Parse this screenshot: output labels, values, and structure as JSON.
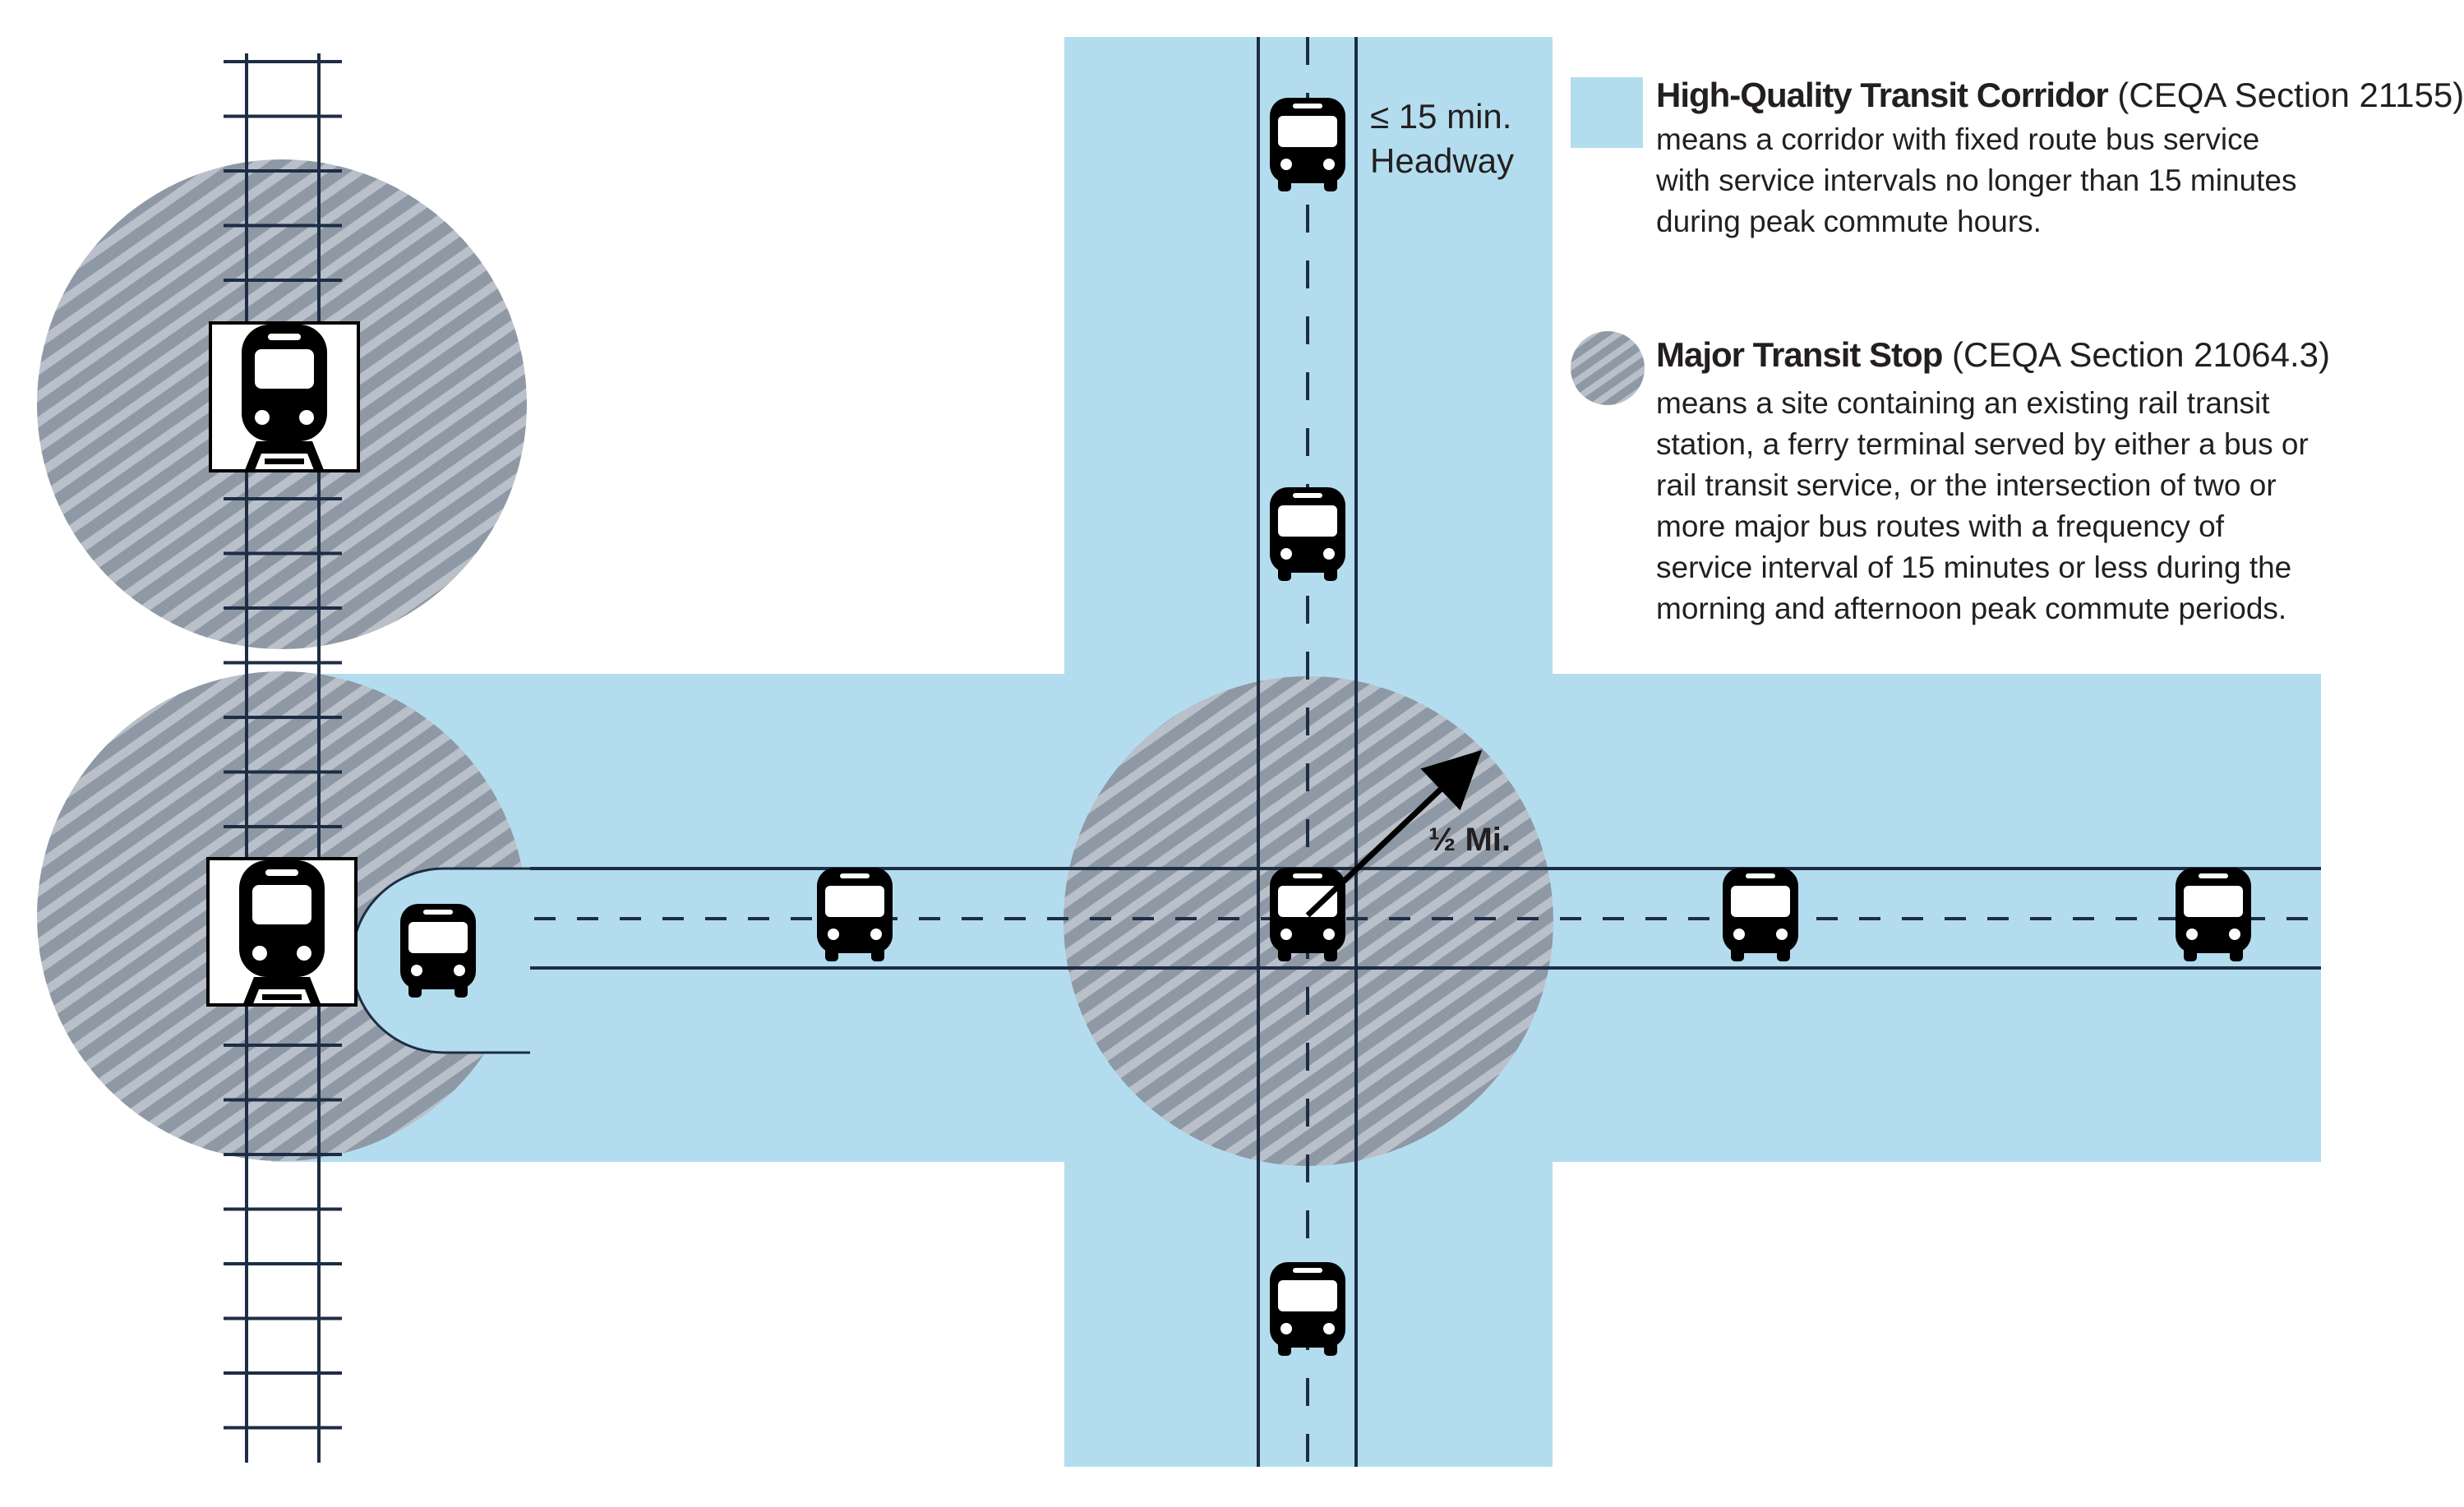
{
  "colors": {
    "corridor": "#b3ddee",
    "stop_circle": "#8f98a5",
    "stop_hatch": "#b9c0c9",
    "line": "#1d2d44",
    "icon": "#000000"
  },
  "legend": {
    "corridor": {
      "title": "High-Quality Transit Corridor",
      "section": " (CEQA Section 21155)",
      "lines": [
        "means a corridor with fixed route bus service",
        "with service intervals no longer than 15 minutes",
        "during peak commute hours."
      ]
    },
    "stop": {
      "title": "Major Transit Stop",
      "section": " (CEQA Section 21064.3)",
      "lines": [
        "means a site containing an existing rail transit",
        "station, a ferry terminal served by either a bus or",
        "rail transit service, or the intersection of two or",
        "more major bus routes with a frequency of",
        "service interval of 15 minutes or less during the",
        "morning and afternoon peak commute periods."
      ]
    }
  },
  "annotations": {
    "headway_line1": "≤ 15 min.",
    "headway_line2": "Headway",
    "radius": "½ Mi."
  },
  "icons": {
    "train": "train-icon",
    "bus": "bus-icon"
  }
}
